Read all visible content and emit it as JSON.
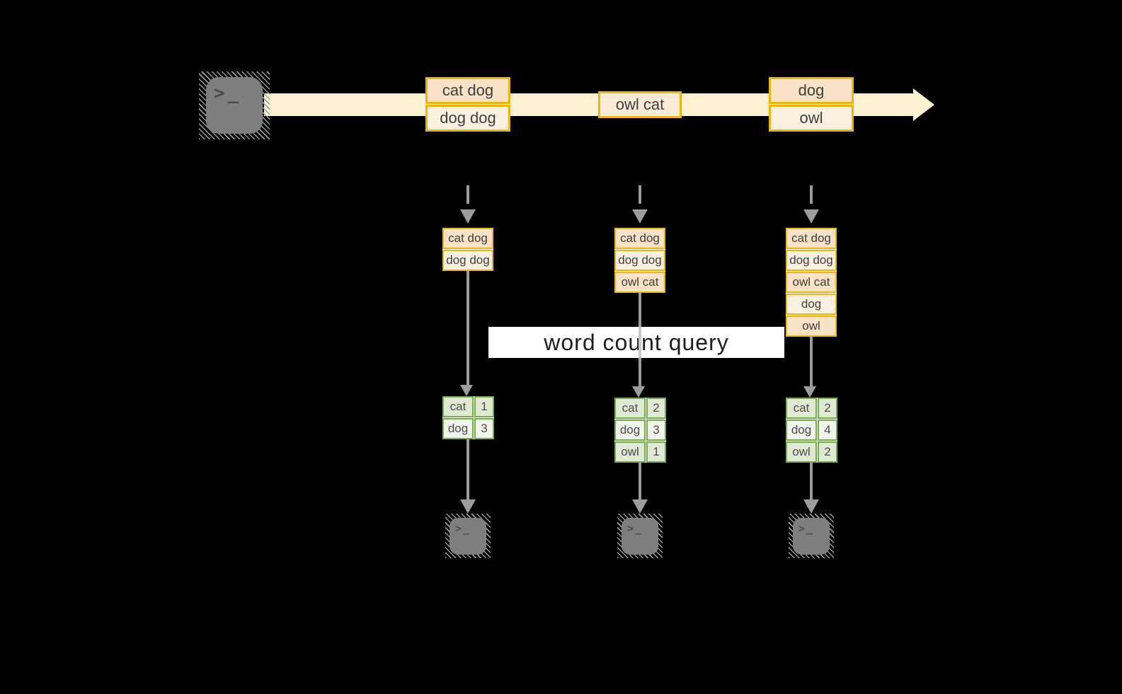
{
  "stream": {
    "source_icon": "terminal-icon",
    "prompt_glyph": ">_",
    "events": [
      {
        "rows": [
          "cat dog",
          "dog dog"
        ]
      },
      {
        "rows": [
          "owl cat"
        ]
      },
      {
        "rows": [
          "dog",
          "owl"
        ]
      }
    ]
  },
  "query": {
    "label": "word count query"
  },
  "columns": [
    {
      "buffer": [
        "cat dog",
        "dog dog"
      ],
      "counts": [
        {
          "word": "cat",
          "count": "1"
        },
        {
          "word": "dog",
          "count": "3"
        }
      ],
      "sink_icon": "terminal-icon"
    },
    {
      "buffer": [
        "cat dog",
        "dog dog",
        "owl cat"
      ],
      "counts": [
        {
          "word": "cat",
          "count": "2"
        },
        {
          "word": "dog",
          "count": "3"
        },
        {
          "word": "owl",
          "count": "1"
        }
      ],
      "sink_icon": "terminal-icon"
    },
    {
      "buffer": [
        "cat dog",
        "dog dog",
        "owl cat",
        "dog",
        "owl"
      ],
      "counts": [
        {
          "word": "cat",
          "count": "2"
        },
        {
          "word": "dog",
          "count": "4"
        },
        {
          "word": "owl",
          "count": "2"
        }
      ],
      "sink_icon": "terminal-icon"
    }
  ],
  "colors": {
    "background": "#000000",
    "stream_band": "#fdf3d3",
    "event_border": "#f0b412",
    "event_fill_dark": "#f9e2c6",
    "event_fill_light": "#fcf1e1",
    "table_border": "#74af45",
    "table_fill_dark": "#dfe9d3",
    "table_fill_light": "#f1f4ec",
    "arrow": "#9c9c9c",
    "terminal": "#7e7e7e",
    "query_band": "#ffffff"
  }
}
